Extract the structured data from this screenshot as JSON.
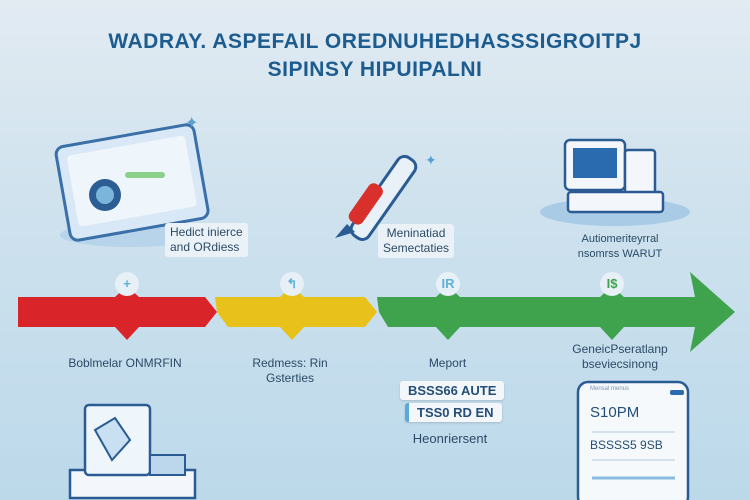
{
  "title": {
    "line1": "WADRAY. ASPEFAIL OREDNUHEDHASSSIGROITPJ",
    "line2": "SIPINSY HIPUIPALNI"
  },
  "top_labels": [
    {
      "line1": "Hedict inierce",
      "line2": "and ORdiess"
    },
    {
      "line1": "Meninatiad",
      "line2": "Semectaties"
    },
    {
      "line1": "Autiomeriteyrral",
      "line2": "nsomrss WARUT"
    }
  ],
  "milestones": [
    {
      "icon": "+",
      "color": "#d9252a"
    },
    {
      "icon": "↰",
      "color": "#e8c21a"
    },
    {
      "icon": "IR",
      "color": "#3fa34d"
    },
    {
      "icon": "I$",
      "color": "#3fa34d"
    }
  ],
  "bottom_labels": [
    {
      "line1": "Boblmelar ONMRFIN",
      "line2": ""
    },
    {
      "line1": "Redmess: Rin",
      "line2": "Gsterties"
    },
    {
      "line1": "Meport",
      "line2": ""
    },
    {
      "line1": "GeneicPseratlanp",
      "line2": "bseviecsinong"
    }
  ],
  "tags": {
    "tag1": "BSSS66 AUTE",
    "tag2": "TSS0 RD EN",
    "caption": "Heonriersent"
  },
  "phone": {
    "header": "Mensal menus",
    "row1": "S10PM",
    "row2": "BSSSS5 9SB"
  }
}
